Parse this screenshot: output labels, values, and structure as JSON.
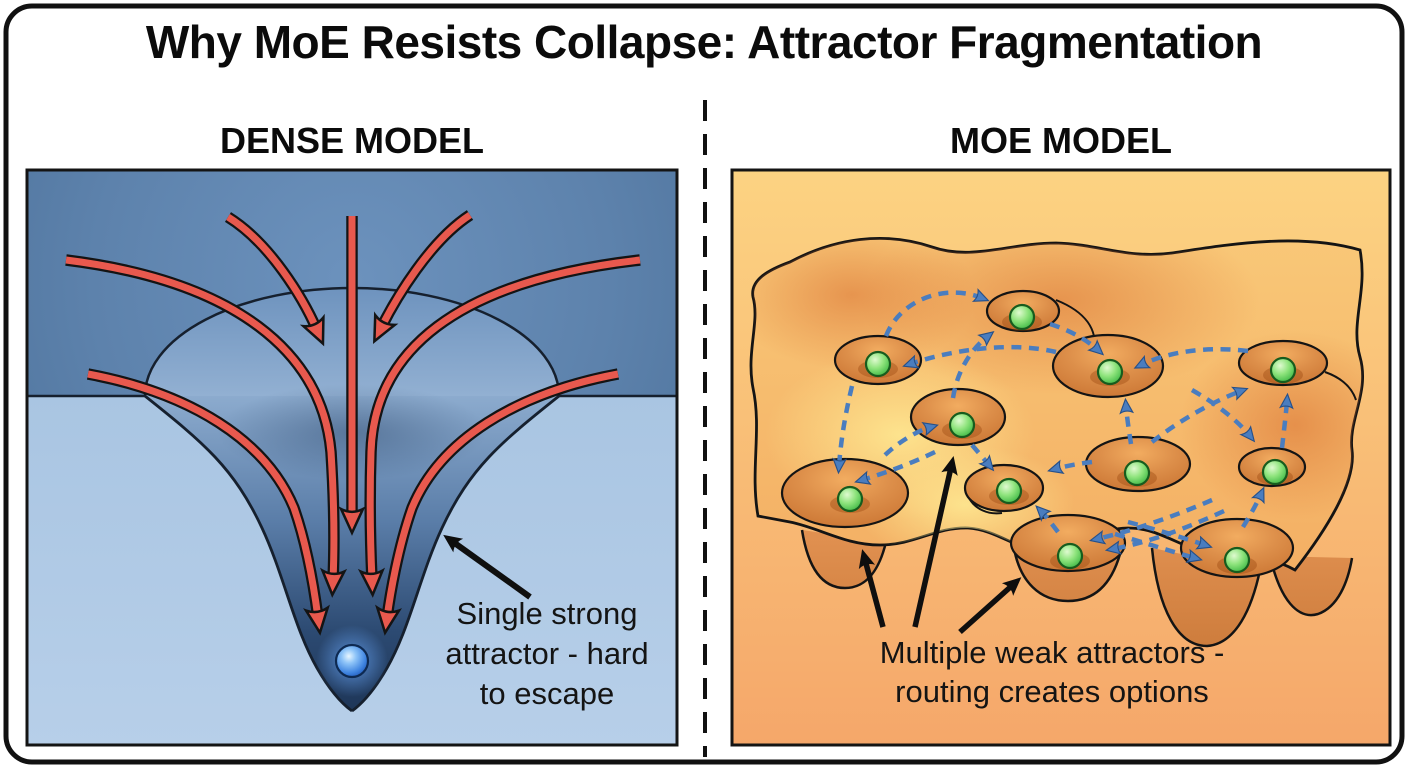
{
  "header": {
    "title": "Why MoE Resists Collapse: Attractor Fragmentation"
  },
  "panels": {
    "dense": {
      "header": "DENSE MODEL",
      "caption": [
        "Single strong",
        "attractor - hard",
        "to escape"
      ],
      "attractor_count": 1,
      "colors": {
        "flow_arrows": "#e8594e",
        "attractor_ball": "#3f84e0",
        "surface_top": "#5d82ac",
        "surface_bottom": "#a9c5e2"
      }
    },
    "moe": {
      "header": "MOE MODEL",
      "caption": [
        "Multiple weak attractors -",
        "routing creates options"
      ],
      "attractor_count": 11,
      "colors": {
        "routing_arrows": "#4a7dbf",
        "attractor_ball": "#52c353",
        "surface": "#f6bb71"
      }
    }
  }
}
